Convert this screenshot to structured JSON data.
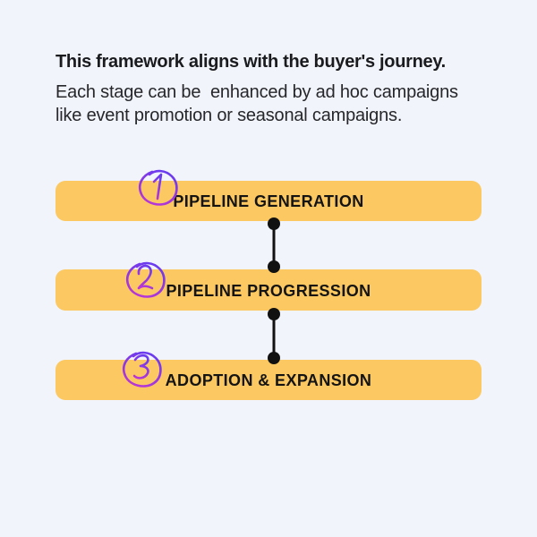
{
  "header": {
    "title": "This framework aligns with the buyer's journey.",
    "subtitle_line1": "Each stage can be  enhanced by ad hoc campaigns",
    "subtitle_line2": "like event promotion or seasonal campaigns."
  },
  "stages": [
    {
      "number": "1",
      "label": "PIPELINE GENERATION"
    },
    {
      "number": "2",
      "label": "PIPELINE PROGRESSION"
    },
    {
      "number": "3",
      "label": "ADOPTION & EXPANSION"
    }
  ],
  "colors": {
    "background": "#F2F4FB",
    "bar-yellow": "#FCC862",
    "heading-text": "#1A1B1E",
    "body-text": "#26272B",
    "label-text": "#141414",
    "connector-black": "#111111",
    "purple-start": "#6A3BEF",
    "purple-end": "#BB36D4"
  }
}
